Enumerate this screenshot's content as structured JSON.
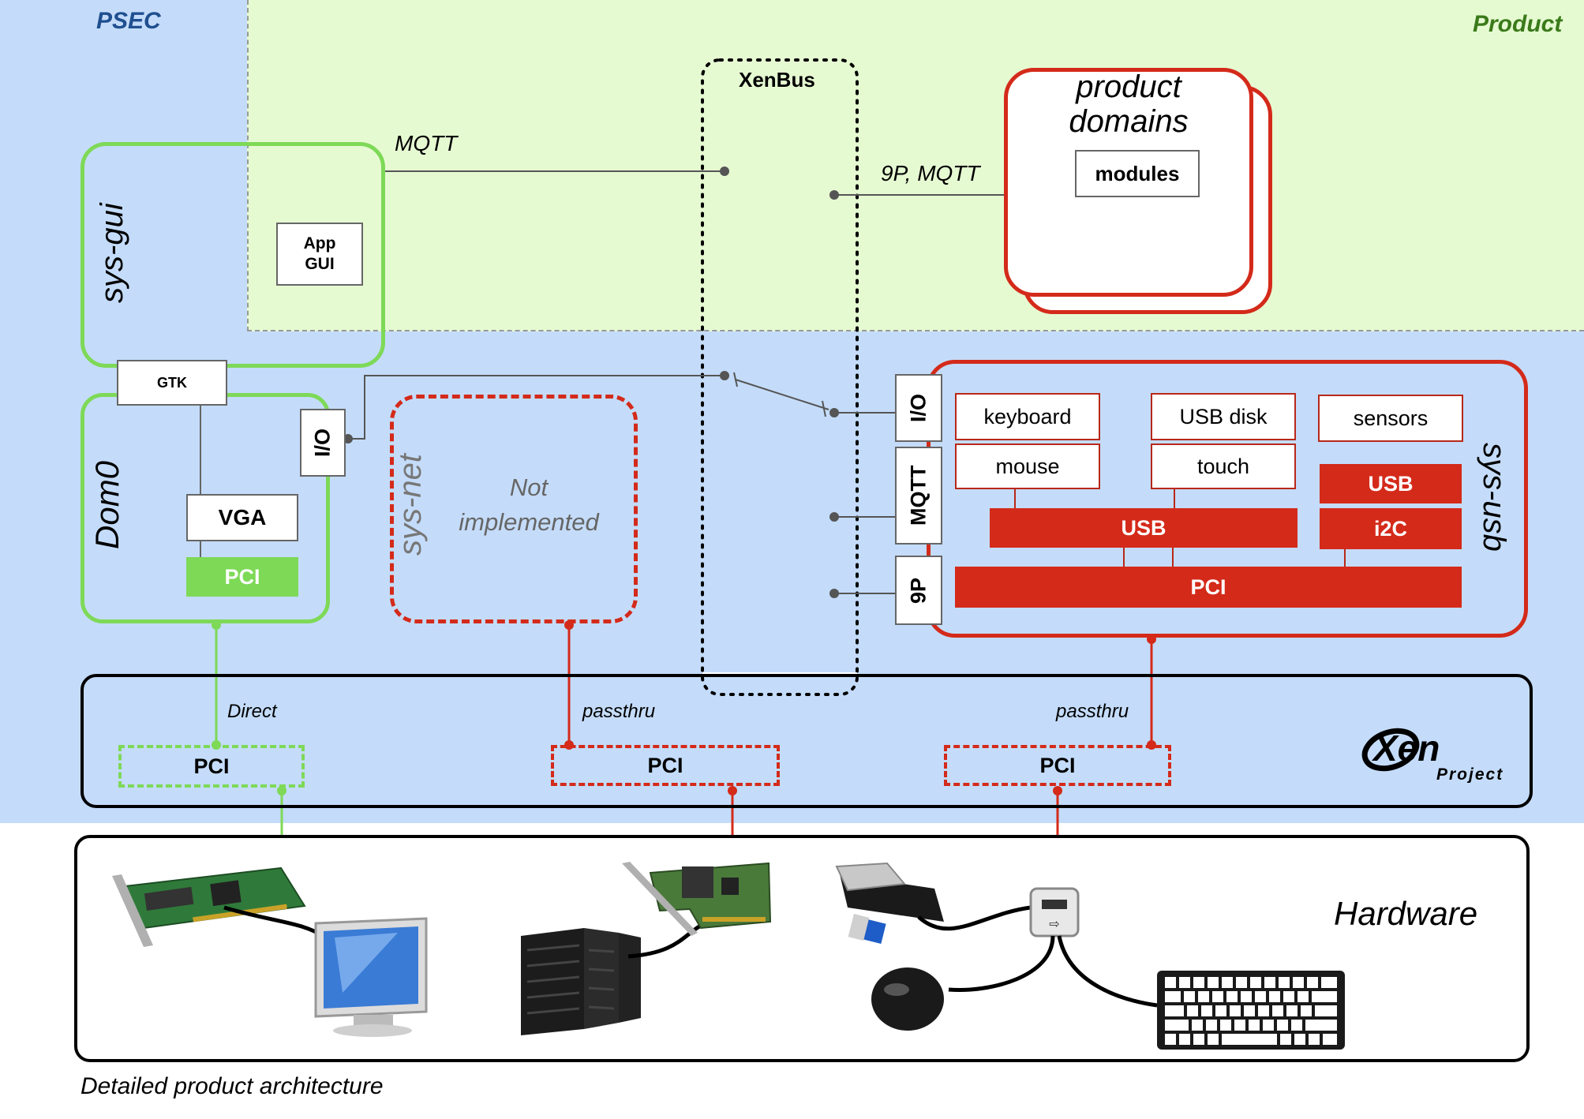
{
  "colors": {
    "psec_bg": "#c4dcfa",
    "product_bg": "#e6fad2",
    "green": "#7ed957",
    "red": "#d42a1a"
  },
  "zones": {
    "psec": "PSEC",
    "product": "Product"
  },
  "xenbus": {
    "label": "XenBus"
  },
  "links": {
    "mqtt": "MQTT",
    "p9_mqtt": "9P, MQTT",
    "direct": "Direct",
    "passthru_net": "passthru",
    "passthru_usb": "passthru"
  },
  "product_domains": {
    "title_line1": "product",
    "title_line2": "domains",
    "modules": "modules"
  },
  "sys_gui": {
    "title": "sys-gui",
    "app_gui_line1": "App",
    "app_gui_line2": "GUI",
    "gtk": "GTK"
  },
  "dom0": {
    "title": "Dom0",
    "vga": "VGA",
    "pci": "PCI",
    "io": "I/O"
  },
  "sys_net": {
    "title": "sys-net",
    "status_line1": "Not",
    "status_line2": "implemented"
  },
  "sys_usb": {
    "title": "sys-usb",
    "ports": {
      "io": "I/O",
      "mqtt": "MQTT",
      "p9": "9P"
    },
    "devices": {
      "keyboard": "keyboard",
      "usb_disk": "USB disk",
      "sensors": "sensors",
      "mouse": "mouse",
      "touch": "touch"
    },
    "usb_bus": "USB",
    "usb_side": "USB",
    "i2c": "i2C",
    "pci": "PCI"
  },
  "xen_layer": {
    "pci_left": "PCI",
    "pci_mid": "PCI",
    "pci_right": "PCI",
    "logo_main": "Xen",
    "logo_sub": "Project"
  },
  "hardware": {
    "title": "Hardware"
  },
  "caption": "Detailed product architecture"
}
